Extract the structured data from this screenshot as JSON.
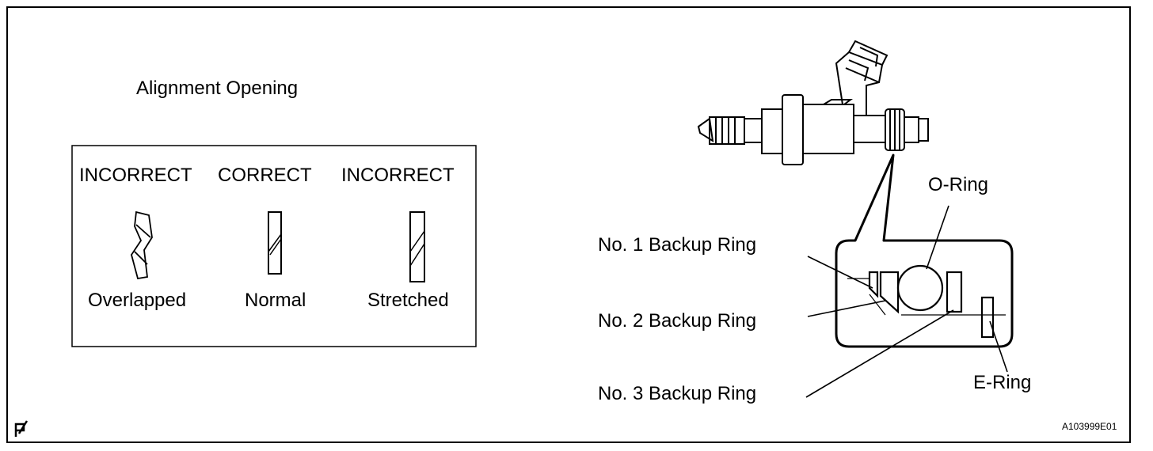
{
  "alignment": {
    "title": "Alignment Opening",
    "headers": [
      "INCORRECT",
      "CORRECT",
      "INCORRECT"
    ],
    "states": [
      "Overlapped",
      "Normal",
      "Stretched"
    ]
  },
  "callouts": {
    "o_ring": "O-Ring",
    "backup1": "No. 1 Backup Ring",
    "backup2": "No. 2 Backup Ring",
    "backup3": "No. 3 Backup Ring",
    "e_ring": "E-Ring"
  },
  "figure_code": "A103999E01",
  "corner_mark": "P"
}
